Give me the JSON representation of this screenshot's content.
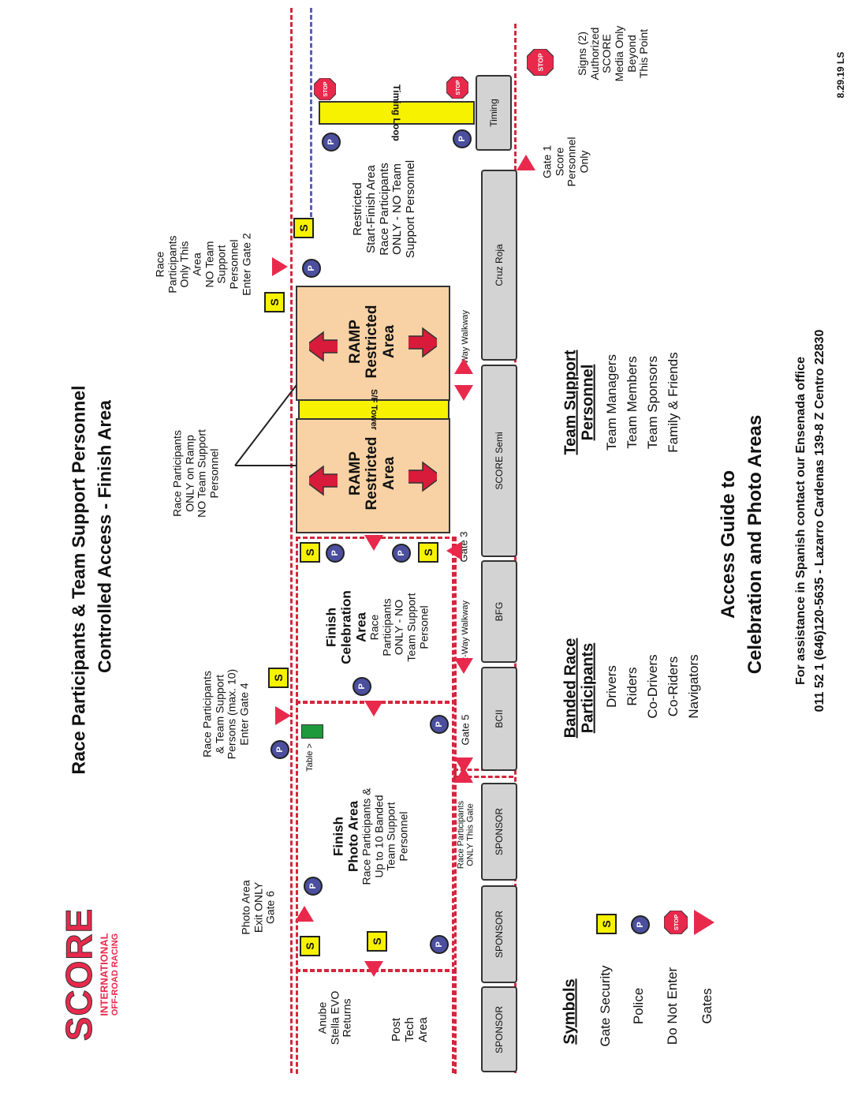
{
  "title_line1": "Race Participants & Team Support Personnel",
  "title_line2": "Controlled Access - Finish Area",
  "logo": {
    "main": "SCORE",
    "sub1": "INTERNATIONAL",
    "sub2": "OFF-ROAD RACING"
  },
  "date_code": "8.29.19 LS",
  "labels": {
    "photo_area_exit": [
      "Photo Area",
      "Exit ONLY",
      "Gate 6"
    ],
    "enter_gate4": [
      "Race Participants",
      "& Team Support",
      "Persons (max. 10)",
      "Enter Gate 4"
    ],
    "ramp_only": [
      "Race Participants",
      "ONLY on Ramp",
      "NO Team Support",
      "Personnel"
    ],
    "enter_gate2": [
      "Race",
      "Participants",
      "Only This",
      "Area",
      "NO Team",
      "Support",
      "Personnel",
      "Enter Gate 2"
    ],
    "signs": [
      "Signs (2)",
      "Authorized",
      "SCORE",
      "Media Only",
      "Beyond",
      "This Point"
    ],
    "gate1": [
      "Gate 1",
      "Score",
      "Personnel",
      "Only"
    ],
    "restricted_sf": [
      "Restricted",
      "Start-Finish Area",
      "Race Participants",
      "ONLY - NO Team",
      "Support Personnel"
    ],
    "post_tech": [
      "Post",
      "Tech",
      "Area"
    ],
    "anube": [
      "Anube",
      "Stella EVO",
      "Returns"
    ],
    "photo_area_title": [
      "Finish",
      "Photo Area"
    ],
    "photo_area_desc": [
      "Race Participants &",
      "Up to 10 Banded",
      "Team Support",
      "Personnel"
    ],
    "celebration_title": [
      "Finish",
      "Celebration",
      "Area"
    ],
    "celebration_desc": [
      "Race",
      "Participants",
      "ONLY - NO",
      "Team Support",
      "Personel"
    ],
    "table": "Table >",
    "race_only_gate": [
      "Race Participants",
      "ONLY This Gate"
    ],
    "gate5": "Gate 5",
    "gate3": "Gate 3",
    "walkway1": "2-Way Walkway",
    "walkway2": "2-Way Walkway",
    "ramp_title": [
      "RAMP",
      "Restricted",
      "Area"
    ],
    "sf_tower": "S/F Tower",
    "timing_loop": "Timing Loop"
  },
  "booths": [
    "SPONSOR",
    "SPONSOR",
    "SPONSOR",
    "BCII",
    "BFG",
    "SCORE Semi",
    "Cruz Roja",
    "Timing"
  ],
  "symbols": {
    "heading": "Symbols",
    "items": [
      "Gate Security",
      "Police",
      "Do Not Enter",
      "Gates"
    ],
    "s_letter": "S",
    "p_letter": "P",
    "stop_word": "STOP"
  },
  "banded": {
    "heading": [
      "Banded Race",
      "Participants"
    ],
    "items": [
      "Drivers",
      "Riders",
      "Co-Drivers",
      "Co-Riders",
      "Navigators"
    ]
  },
  "team_support": {
    "heading": [
      "Team Support",
      "Personnel"
    ],
    "items": [
      "Team Managers",
      "Team Members",
      "Team Sponsors",
      "Family & Friends"
    ]
  },
  "access_guide": [
    "Access Guide to",
    "Celebration and Photo Areas"
  ],
  "assistance": [
    "For assistance in Spanish contact our Ensenada office",
    "011 52 1 (646)120-5635 - Lazarro Cardenas 139-8 Z Centro 22830"
  ],
  "colors": {
    "gate_red": "#e8294c",
    "security_yellow": "#f6f200",
    "police_blue": "#4b4f9e",
    "ramp_orange": "#f8d2a4",
    "dash_red": "#d4263c"
  }
}
